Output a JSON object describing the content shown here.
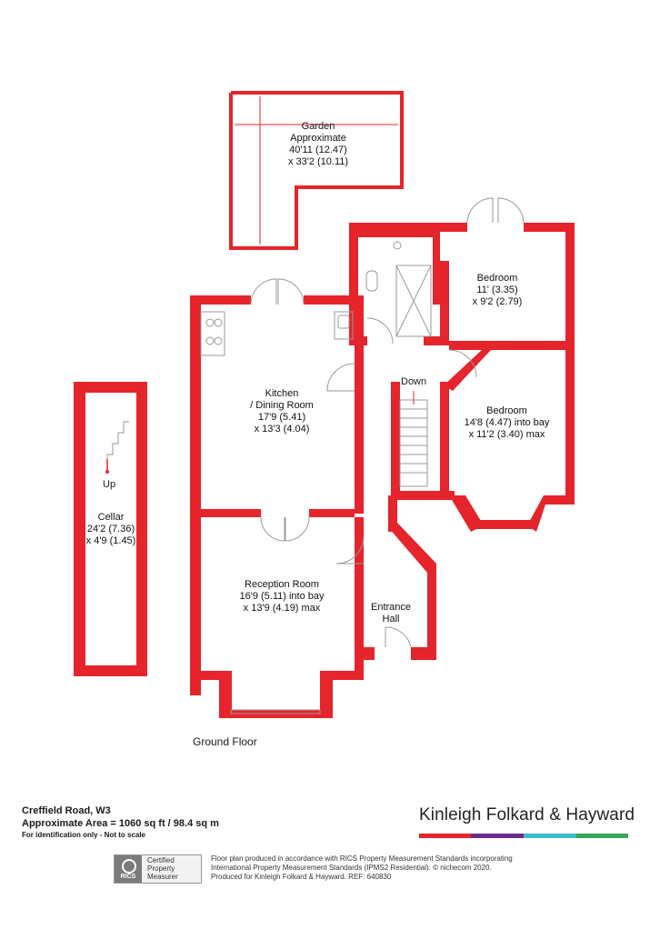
{
  "floor_label": "Ground Floor",
  "rooms": {
    "garden": {
      "name": "Garden",
      "line2": "Approximate",
      "line3": "40'11 (12.47)",
      "line4": "x 33'2 (10.11)"
    },
    "bedroom1": {
      "name": "Bedroom",
      "line2": "11' (3.35)",
      "line3": "x 9'2 (2.79)"
    },
    "kitchen": {
      "name": "Kitchen",
      "line2": "/ Dining Room",
      "line3": "17'9 (5.41)",
      "line4": "x 13'3 (4.04)"
    },
    "bedroom2": {
      "name": "Bedroom",
      "line2": "14'8 (4.47) into bay",
      "line3": "x 11'2 (3.40) max"
    },
    "cellar": {
      "name": "Cellar",
      "line2": "24'2 (7.36)",
      "line3": "x 4'9 (1.45)"
    },
    "reception": {
      "name": "Reception Room",
      "line2": "16'9 (5.11) into bay",
      "line3": "x 13'9 (4.19) max"
    },
    "entrance": {
      "name": "Entrance",
      "line2": "Hall"
    }
  },
  "stair_labels": {
    "down": "Down",
    "up": "Up"
  },
  "footer": {
    "address": "Creffield Road, W3",
    "area": "Approximate Area = 1060 sq ft / 98.4 sq m",
    "note": "For identification only - Not to scale",
    "brand": "Kinleigh Folkard & Hayward",
    "brand_colors": [
      "#e5242b",
      "#6b2d8c",
      "#3bbdc6",
      "#3aa655"
    ],
    "rics_line1": "Certified",
    "rics_line2": "Property",
    "rics_line3": "Measurer",
    "rics_logo_text": "RICS",
    "disclaimer_1": "Floor plan produced in accordance with RICS Property Measurement Standards incorporating",
    "disclaimer_2": "International Property Measurement Standards (IPMS2 Residential). © nichecom 2020.",
    "disclaimer_3": "Produced for Kinleigh Folkard & Hayward.   REF: 640830"
  },
  "colors": {
    "wall": "#e5242b",
    "line": "#9a9a9a"
  }
}
